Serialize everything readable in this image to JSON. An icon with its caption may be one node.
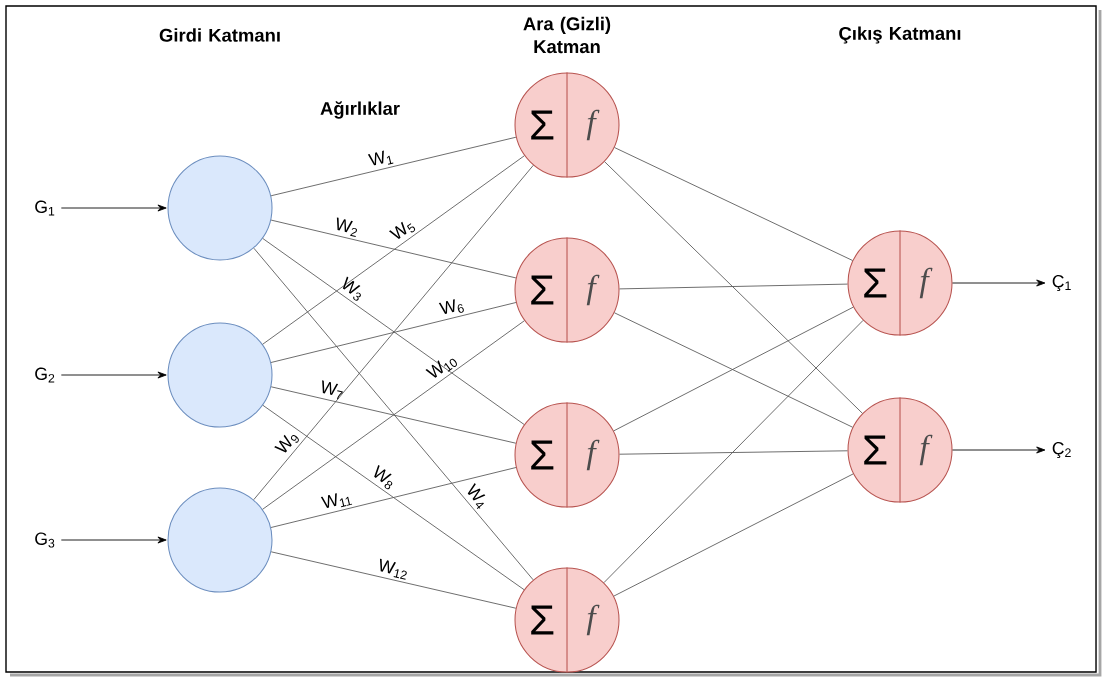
{
  "diagram": {
    "nodes": [
      {
        "text": [
          "G$_{1}$"
        ]
      },
      {
        "text": [
          "G$_{2}$"
        ]
      },
      {
        "text": [
          "G$_{3}$"
        ]
      },
      {
        "text": [],
        "shape": "circle"
      },
      {
        "text": [],
        "shape": "circle"
      },
      {
        "text": [],
        "shape": "circle"
      },
      {
        "text": [
          "Σ",
          "f"
        ]
      },
      {
        "text": [
          "Σ",
          "f"
        ]
      },
      {
        "text": [
          "Σ",
          "f"
        ]
      },
      {
        "text": [
          "Σ",
          "f"
        ]
      },
      {
        "text": [
          "Σ",
          "f"
        ]
      },
      {
        "text": [
          "Σ",
          "f"
        ]
      },
      {
        "text": [
          "Ç$_{1}$"
        ]
      },
      {
        "text": [
          "Ç$_{2}$"
        ]
      }
    ],
    "edges": [
      {
        "from": 0,
        "to": 3,
        "arrow": "to"
      },
      {
        "from": 1,
        "to": 4,
        "arrow": "to"
      },
      {
        "from": 2,
        "to": 5,
        "arrow": "to"
      },
      {
        "from": 3,
        "to": 6,
        "arrow": "none",
        "label": "W$_{1}$"
      },
      {
        "from": 3,
        "to": 7,
        "arrow": "none",
        "label": "W$_{2}$"
      },
      {
        "from": 3,
        "to": 8,
        "arrow": "none",
        "label": "W$_{3}$"
      },
      {
        "from": 3,
        "to": 9,
        "arrow": "none",
        "label": "W$_{4}$"
      },
      {
        "from": 4,
        "to": 6,
        "arrow": "none",
        "label": "W$_{5}$"
      },
      {
        "from": 4,
        "to": 7,
        "arrow": "none",
        "label": "W$_{6}$"
      },
      {
        "from": 4,
        "to": 8,
        "arrow": "none",
        "label": "W$_{7}$"
      },
      {
        "from": 4,
        "to": 9,
        "arrow": "none",
        "label": "W$_{8}$"
      },
      {
        "from": 5,
        "to": 6,
        "arrow": "none",
        "label": "W$_{9}$"
      },
      {
        "from": 5,
        "to": 7,
        "arrow": "none",
        "label": "W$_{10}$"
      },
      {
        "from": 5,
        "to": 8,
        "arrow": "none",
        "label": "W$_{11}$"
      },
      {
        "from": 5,
        "to": 9,
        "arrow": "none",
        "label": "W$_{12}$"
      },
      {
        "from": 6,
        "to": 10,
        "arrow": "none"
      },
      {
        "from": 6,
        "to": 11,
        "arrow": "none"
      },
      {
        "from": 7,
        "to": 10,
        "arrow": "none"
      },
      {
        "from": 7,
        "to": 11,
        "arrow": "none"
      },
      {
        "from": 8,
        "to": 10,
        "arrow": "none"
      },
      {
        "from": 8,
        "to": 11,
        "arrow": "none"
      },
      {
        "from": 9,
        "to": 10,
        "arrow": "none"
      },
      {
        "from": 9,
        "to": 11,
        "arrow": "none"
      },
      {
        "from": 10,
        "to": 12,
        "arrow": "to"
      },
      {
        "from": 11,
        "to": 13,
        "arrow": "to"
      }
    ],
    "labels": [
      "Girdi Katmanı",
      "Ara (Gizli) Katman",
      "Çıkış Katmanı",
      "Ağırlıklar"
    ]
  }
}
